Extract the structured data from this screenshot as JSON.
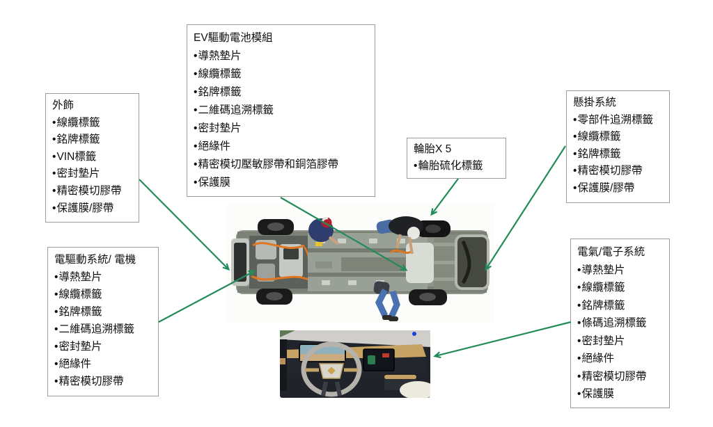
{
  "diagram": {
    "bullet": "•",
    "colors": {
      "arrow": "#238b57",
      "box-border": "#9c9c9c",
      "text": "#0f0f0f",
      "cable-orange": "#e0761f",
      "chassis-gray": "#8f9589"
    },
    "boxes": [
      {
        "id": "battery",
        "title": "EV驅動電池模組",
        "items": [
          "導熱墊片",
          "線纜標籤",
          "銘牌標籤",
          "二維碼追溯標籤",
          "密封墊片",
          "絕緣件",
          "精密模切壓敏膠帶和銅箔膠帶",
          "保護膜"
        ]
      },
      {
        "id": "exterior",
        "title": "外飾",
        "items": [
          "線纜標籤",
          "銘牌標籤",
          "VIN標籤",
          "密封墊片",
          "精密模切膠帶",
          "保護膜/膠帶"
        ]
      },
      {
        "id": "suspension",
        "title": "懸掛系統",
        "items": [
          "零部件追溯標籤",
          "線纜標籤",
          "銘牌標籤",
          "精密模切膠帶",
          "保護膜/膠帶"
        ]
      },
      {
        "id": "tires",
        "title": "輪胎X 5",
        "items": [
          "輪胎硫化標籤"
        ]
      },
      {
        "id": "edrive",
        "title": "電驅動系統/ 電機",
        "items": [
          "導熱墊片",
          "線纜標籤",
          "銘牌標籤",
          "二維碼追溯標籤",
          "密封墊片",
          "絕緣件",
          "精密模切膠帶"
        ]
      },
      {
        "id": "electronics",
        "title": "電氣/電子系統",
        "items": [
          "導熱墊片",
          "線纜標籤",
          "銘牌標籤",
          "條碼追溯標籤",
          "密封墊片",
          "絕緣件",
          "精密模切膠帶",
          "保護膜"
        ]
      }
    ]
  }
}
